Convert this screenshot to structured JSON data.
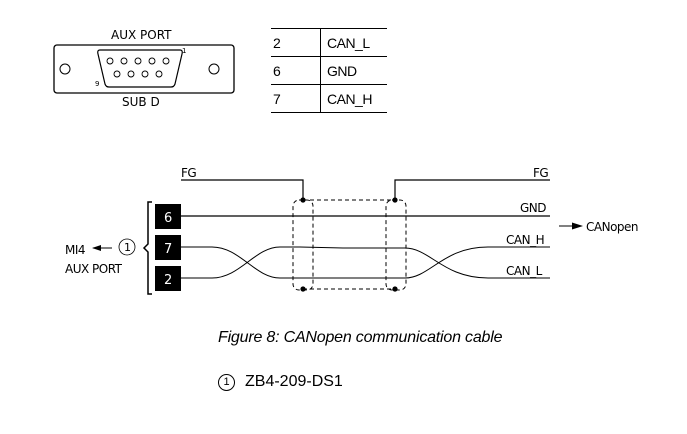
{
  "connector": {
    "title": "AUX PORT",
    "subtitle": "SUB D",
    "pin_first": "1",
    "pin_last": "9"
  },
  "pin_table": {
    "rows": [
      {
        "pin": "2",
        "signal": "CAN_L"
      },
      {
        "pin": "6",
        "signal": "GND"
      },
      {
        "pin": "7",
        "signal": "CAN_H"
      }
    ]
  },
  "wiring": {
    "left_label_line1": "MI4",
    "left_label_line2": "AUX PORT",
    "callout_marker": "1",
    "fg_left": "FG",
    "fg_right": "FG",
    "pins": [
      "6",
      "7",
      "2"
    ],
    "signals": [
      "GND",
      "CAN_H",
      "CAN_L"
    ],
    "destination": "CANopen"
  },
  "caption": "Figure 8:  CANopen communication cable",
  "legend": {
    "marker": "1",
    "text": "ZB4-209-DS1"
  }
}
